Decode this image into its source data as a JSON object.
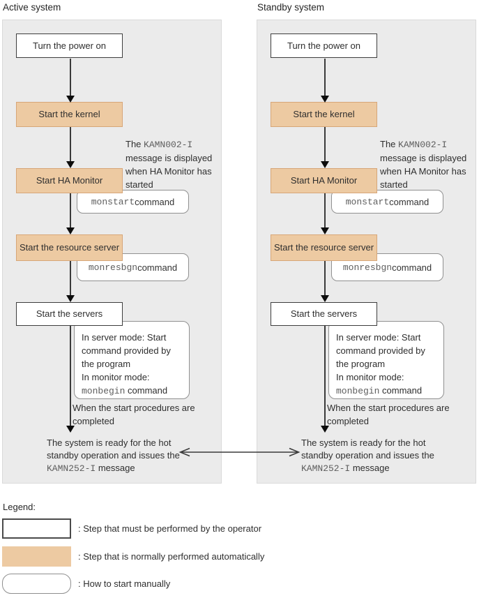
{
  "colors": {
    "automatic_step_fill": "#edcaa2",
    "panel_fill": "#ebebeb",
    "step_border": "#3d3d3d",
    "bubble_border": "#909090"
  },
  "panels": [
    {
      "title": "Active system",
      "steps": {
        "power": "Turn the power on",
        "kernel": "Start the kernel",
        "ha_monitor": "Start HA Monitor",
        "resource": "Start the resource server",
        "servers": "Start the servers"
      },
      "ha_note": {
        "pre": "The ",
        "code": "KAMN002-I",
        "post": " message is displayed when HA Monitor has started"
      },
      "monstart": {
        "code": "monstart",
        "post": " command"
      },
      "monresbgn": {
        "code": "monresbgn",
        "post": " command"
      },
      "servers_note": {
        "line1": "In server mode: Start command provided by the program",
        "line2": "In monitor mode:",
        "code": "monbegin",
        "post": " command"
      },
      "completed": "When the start procedures are completed",
      "ready": {
        "pre": "The system is ready for the hot standby operation and issues the ",
        "code": "KAMN252-I",
        "post": " message"
      }
    },
    {
      "title": "Standby system",
      "steps": {
        "power": "Turn the power on",
        "kernel": "Start the kernel",
        "ha_monitor": "Start HA Monitor",
        "resource": "Start the resource server",
        "servers": "Start the servers"
      },
      "ha_note": {
        "pre": "The ",
        "code": "KAMN002-I",
        "post": " message is displayed when HA Monitor has started"
      },
      "monstart": {
        "code": "monstart",
        "post": " command"
      },
      "monresbgn": {
        "code": "monresbgn",
        "post": " command"
      },
      "servers_note": {
        "line1": "In server mode: Start command provided by the program",
        "line2": "In monitor mode:",
        "code": "monbegin",
        "post": " command"
      },
      "completed": "When the start procedures are completed",
      "ready": {
        "pre": "The system is ready for the hot standby operation and issues the ",
        "code": "KAMN252-I",
        "post": " message"
      }
    }
  ],
  "legend": {
    "title": "Legend:",
    "items": [
      {
        "swatch": "operator-step",
        "label": ": Step that must be performed by the operator"
      },
      {
        "swatch": "automatic-step",
        "label": ": Step that is normally performed automatically"
      },
      {
        "swatch": "manual-start",
        "label": ": How to start manually"
      }
    ]
  }
}
